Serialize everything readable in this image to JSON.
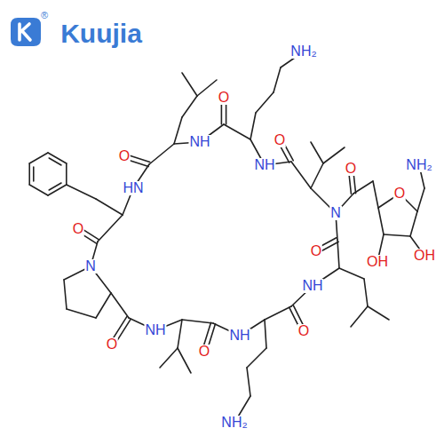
{
  "diagram": {
    "labels": [
      "®",
      "Kuujia",
      "NH₂",
      "O",
      "NH",
      "O",
      "HN",
      "O",
      "NH",
      "O",
      "O",
      "NH₂",
      "N",
      "OH",
      "OH",
      "O",
      "O",
      "N",
      "NH",
      "O",
      "NH",
      "NH",
      "O",
      "O",
      "NH₂"
    ]
  }
}
